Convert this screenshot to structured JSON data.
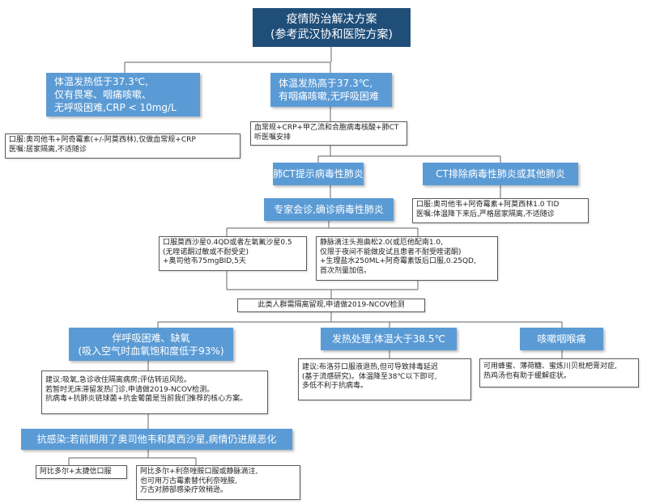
{
  "title": {
    "line1": "疫情防治解决方案",
    "line2": "(参考武汉协和医院方案)"
  },
  "branch_low": {
    "lines": [
      "体温发热低于37.3℃,",
      "仅有畏寒、咽痛咳嗽、",
      "无呼吸困难,CRP < 10mg/L"
    ],
    "advice": [
      "口服:奥司他韦+阿奇霉素(+/-阿莫西林),仅做血常规+CRP",
      "医嘱:居家隔离,不适随诊"
    ]
  },
  "branch_high": {
    "lines": [
      "体温发热高于37.3℃,",
      "有咽痛咳嗽,无呼吸困难"
    ],
    "tests": [
      "血常规+CRP+甲乙流和合胞病毒核酸+肺CT",
      "听医嘱安排"
    ]
  },
  "ct_positive": {
    "label": "肺CT提示病毒性肺炎"
  },
  "ct_negative": {
    "label": "CT排除病毒性肺炎或其他肺炎",
    "advice": [
      "口服:奥司他韦+阿奇霉素+阿莫西林1.0 TID",
      "医嘱:体温降下来后,严格居家隔离,不适随诊"
    ]
  },
  "consult": {
    "label": "专家会诊,确诊病毒性肺炎",
    "oral": [
      "口服莫西沙星0.4QD或者左氧氟沙星0.5",
      "(无喹诺酮过敏或不耐受史)",
      "+奥司他韦75mgBID,5天"
    ],
    "iv": [
      "静脉滴注头孢曲松2.0(或厄他配南1.0,",
      "仅限于夜间不能做皮试且患者不耐受喹诺酮)",
      "+生理盐水250ML+阿奇霉素饭后口服,0.25QD,",
      "首次剂量加倍。"
    ]
  },
  "isolation": {
    "label": "此类人群需隔离留观,申请做2019-NCOV检测"
  },
  "dyspnea": {
    "lines": [
      "伴呼吸困难、缺氧",
      "(吸入空气时血氧饱和度低于93%)"
    ],
    "advice": [
      "建议:吸氧,急诊收住隔离病房;评估转运风险。",
      "若暂时无床滞留发热门诊,申请做2019-NCOV检测。",
      "抗病毒+抗肺炎链球菌+抗金葡菌是当前我们推荐的核心方案。"
    ]
  },
  "fever": {
    "label": "发热处理,体温大于38.5℃",
    "advice": [
      "建议:布洛芬口服液退热,但可导致排毒延迟",
      "(基于流感研究)。体温降至38℃以下即可,",
      "多低不利于抗病毒。"
    ]
  },
  "cough": {
    "label": "咳嗽咽喉痛",
    "advice": [
      "可用蜂蜜、薄荷糖、蜜炼川贝枇杷膏对症,",
      "热鸡汤也有助于缓解症状。"
    ]
  },
  "anti_infection": {
    "label": "抗感染:若前期用了奥司他韦和莫西沙星,病情仍进展恶化",
    "option1": [
      "阿比多尔+太捷信口服"
    ],
    "option2": [
      "阿比多尔+利奈唑胺口服或静脉滴注,",
      "也可用万古霉素替代利奈唑胺,",
      "万古对肺部感染疗效稍逊。"
    ]
  },
  "colors": {
    "title_bg": "#1f4e79",
    "node_bg": "#5b9bd5",
    "connector": "#7f7f7f",
    "note_border": "#5a5a5a"
  }
}
